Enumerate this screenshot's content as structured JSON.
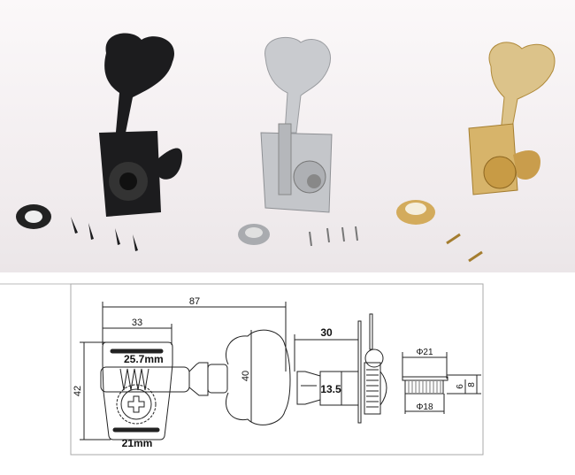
{
  "photo": {
    "variants": [
      {
        "name": "black",
        "color": "#1c1c1e"
      },
      {
        "name": "chrome",
        "color": "#c9cbcf"
      },
      {
        "name": "gold",
        "color": "#d9b56a"
      }
    ]
  },
  "drawing": {
    "dims": {
      "overall_length": "87",
      "plate_width": "33",
      "plate_height": "42",
      "top_slot": "25.7mm",
      "bottom_slot": "21mm",
      "key_height": "40",
      "side_depth": "30",
      "post_diameter": "13.5",
      "bushing_outer": "Φ21",
      "bushing_inner": "Φ18",
      "bushing_h1": "6",
      "bushing_h2": "8"
    }
  }
}
